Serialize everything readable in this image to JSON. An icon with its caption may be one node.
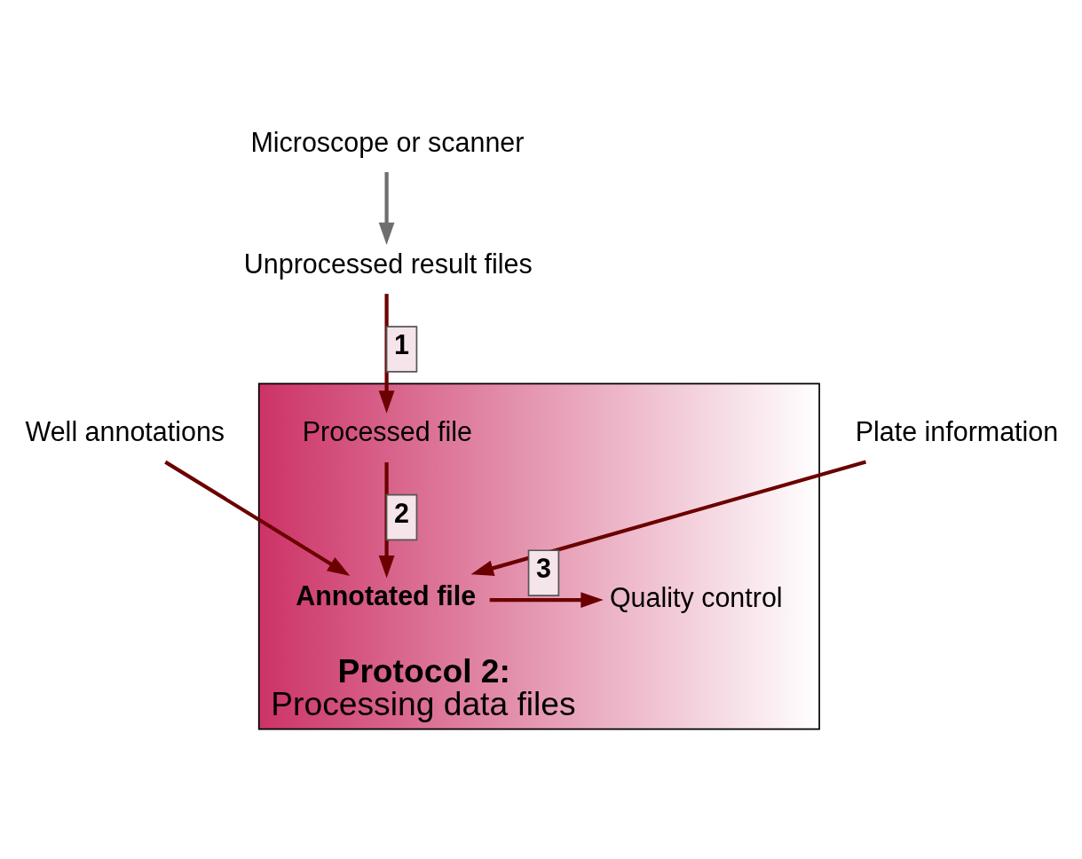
{
  "diagram": {
    "nodes": [
      {
        "text": [
          "Well annotations"
        ]
      },
      {
        "text": [
          "Plate information"
        ]
      },
      {
        "text": [
          "Microscope or scanner"
        ]
      },
      {
        "text": [
          "Unprocessed result files"
        ]
      },
      {
        "text": [
          "Protocol 2:",
          "Processing data files"
        ]
      },
      {
        "text": [
          "Processed file"
        ],
        "in": 4
      },
      {
        "text": [
          "Annotated file"
        ],
        "in": 4
      },
      {
        "text": [
          "Quality control"
        ],
        "in": 4
      }
    ],
    "edges": [
      {
        "from": 2,
        "to": 3,
        "arrow": "to",
        "color": "#6e6e6e"
      },
      {
        "from": 3,
        "to": 5,
        "arrow": "to",
        "label": "1"
      },
      {
        "from": 0,
        "to": 6,
        "arrow": "to"
      },
      {
        "from": 5,
        "to": 6,
        "arrow": "to",
        "label": "2"
      },
      {
        "from": 1,
        "to": 6,
        "arrow": "to"
      },
      {
        "from": 6,
        "to": 7,
        "arrow": "to",
        "label": "3"
      }
    ]
  }
}
